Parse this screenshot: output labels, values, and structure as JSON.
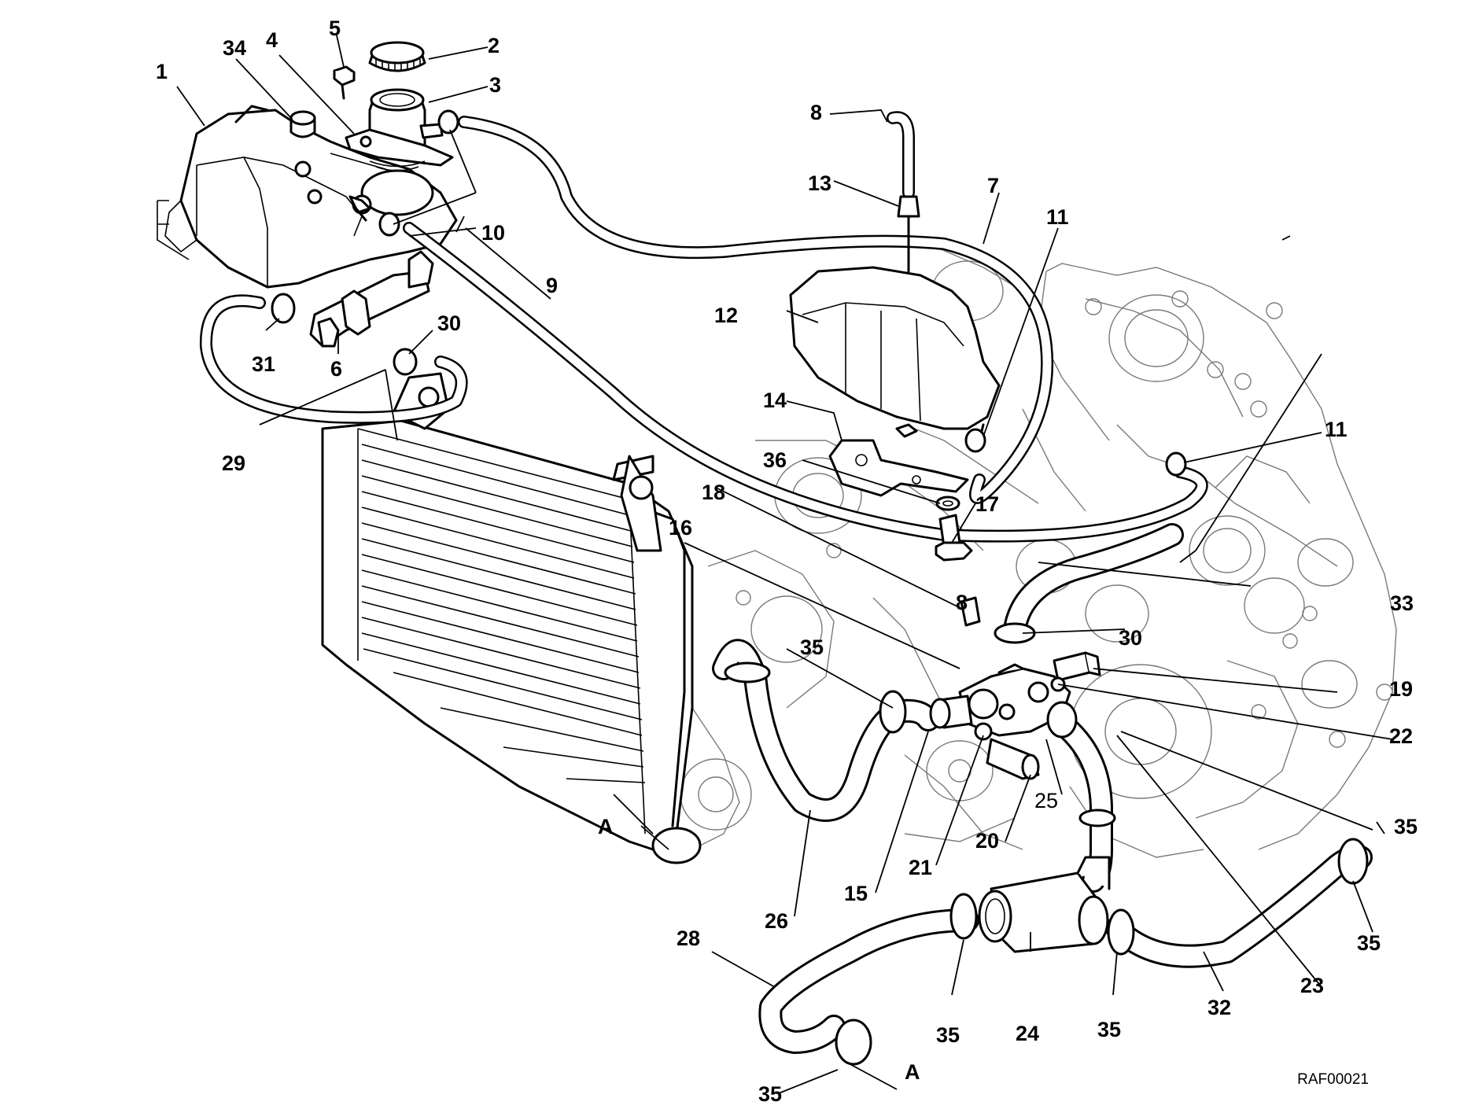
{
  "diagram_code": "RAF00021",
  "part_labels": [
    {
      "id": "1",
      "text": "1"
    },
    {
      "id": "2",
      "text": "2"
    },
    {
      "id": "3",
      "text": "3"
    },
    {
      "id": "4",
      "text": "4"
    },
    {
      "id": "5",
      "text": "5"
    },
    {
      "id": "6",
      "text": "6"
    },
    {
      "id": "7",
      "text": "7"
    },
    {
      "id": "8a",
      "text": "8"
    },
    {
      "id": "8b",
      "text": "8"
    },
    {
      "id": "9",
      "text": "9"
    },
    {
      "id": "10",
      "text": "10"
    },
    {
      "id": "11a",
      "text": "11"
    },
    {
      "id": "11b",
      "text": "11"
    },
    {
      "id": "12",
      "text": "12"
    },
    {
      "id": "13",
      "text": "13"
    },
    {
      "id": "14",
      "text": "14"
    },
    {
      "id": "15",
      "text": "15"
    },
    {
      "id": "16",
      "text": "16"
    },
    {
      "id": "17",
      "text": "17"
    },
    {
      "id": "18",
      "text": "18"
    },
    {
      "id": "19",
      "text": "19"
    },
    {
      "id": "20",
      "text": "20"
    },
    {
      "id": "21",
      "text": "21"
    },
    {
      "id": "22",
      "text": "22"
    },
    {
      "id": "23",
      "text": "23"
    },
    {
      "id": "24",
      "text": "24"
    },
    {
      "id": "25",
      "text": "25"
    },
    {
      "id": "26",
      "text": "26"
    },
    {
      "id": "28",
      "text": "28"
    },
    {
      "id": "29",
      "text": "29"
    },
    {
      "id": "30a",
      "text": "30"
    },
    {
      "id": "30b",
      "text": "30"
    },
    {
      "id": "31",
      "text": "31"
    },
    {
      "id": "32",
      "text": "32"
    },
    {
      "id": "33",
      "text": "33"
    },
    {
      "id": "34",
      "text": "34"
    },
    {
      "id": "35a",
      "text": "35"
    },
    {
      "id": "35b",
      "text": "35"
    },
    {
      "id": "35c",
      "text": "35"
    },
    {
      "id": "35d",
      "text": "35"
    },
    {
      "id": "35e",
      "text": "35"
    },
    {
      "id": "35f",
      "text": "35"
    },
    {
      "id": "36",
      "text": "36"
    }
  ],
  "connection_markers": [
    "A",
    "A"
  ]
}
